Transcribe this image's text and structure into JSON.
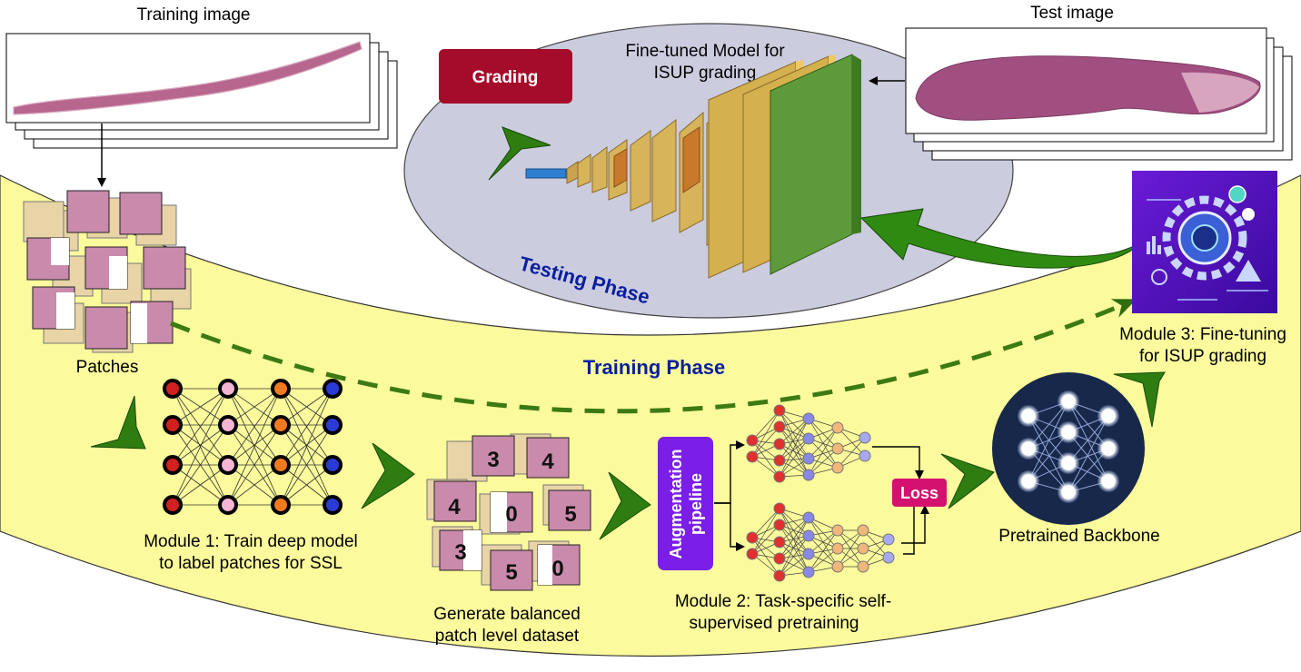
{
  "labels": {
    "training_image": "Training image",
    "test_image": "Test image",
    "patches": "Patches",
    "fine_tuned_line1": "Fine-tuned Model for",
    "fine_tuned_line2": "ISUP grading",
    "grading": "Grading",
    "testing_phase": "Testing Phase",
    "training_phase": "Training Phase",
    "module1_line1": "Module 1: Train deep model",
    "module1_line2": "to label patches for SSL",
    "balanced_line1": "Generate balanced",
    "balanced_line2": "patch level dataset",
    "augmentation_line1": "Augmentation",
    "augmentation_line2": "pipeline",
    "loss": "Loss",
    "module2_line1": "Module 2: Task-specific self-",
    "module2_line2": "supervised pretraining",
    "pretrained_backbone": "Pretrained Backbone",
    "module3_line1": "Module 3: Fine-tuning",
    "module3_line2": "for ISUP grading"
  },
  "patch_digits": [
    "3",
    "4",
    "4",
    "0",
    "5",
    "3",
    "5",
    "0"
  ],
  "colors": {
    "training_band": "#fbfa9c",
    "testing_ellipse": "#ccccdf",
    "grading_button": "#a50b2a",
    "augmentation_box": "#7a1ee8",
    "loss_box": "#d4116f",
    "arrow_green": "#1e7a0c",
    "dashed_green": "#3c7a12",
    "phase_text": "#0a1f9e",
    "backbone_circle": "#17284a",
    "module3_panel": "#5b0fd6",
    "tissue": "#a0507d"
  }
}
